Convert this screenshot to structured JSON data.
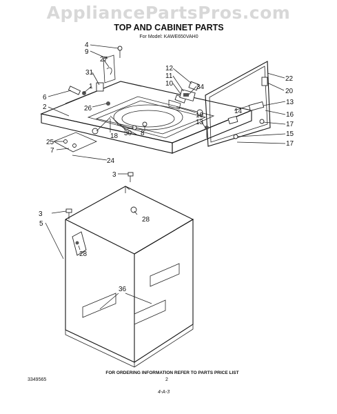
{
  "watermark": "AppliancePartsPros.com",
  "title": "TOP AND CABINET PARTS",
  "model": "For Model: KAWE650VAH0",
  "footer": {
    "ordering_note": "FOR ORDERING INFORMATION REFER TO PARTS PRICE LIST",
    "doc_number": "3349565",
    "page_number": "2",
    "revision": "4-A-3"
  },
  "callouts": [
    {
      "id": "4",
      "label": "4"
    },
    {
      "id": "9",
      "label": "9"
    },
    {
      "id": "27",
      "label": "27"
    },
    {
      "id": "31",
      "label": "31"
    },
    {
      "id": "1",
      "label": "1"
    },
    {
      "id": "6",
      "label": "6"
    },
    {
      "id": "2",
      "label": "2"
    },
    {
      "id": "26",
      "label": "26"
    },
    {
      "id": "30",
      "label": "30"
    },
    {
      "id": "8",
      "label": "8"
    },
    {
      "id": "18",
      "label": "18"
    },
    {
      "id": "25",
      "label": "25"
    },
    {
      "id": "7",
      "label": "7"
    },
    {
      "id": "24",
      "label": "24"
    },
    {
      "id": "12",
      "label": "12"
    },
    {
      "id": "11",
      "label": "11"
    },
    {
      "id": "10",
      "label": "10"
    },
    {
      "id": "34",
      "label": "34"
    },
    {
      "id": "19",
      "label": "19"
    },
    {
      "id": "13a",
      "label": "13"
    },
    {
      "id": "14",
      "label": "14"
    },
    {
      "id": "22",
      "label": "22"
    },
    {
      "id": "20",
      "label": "20"
    },
    {
      "id": "13b",
      "label": "13"
    },
    {
      "id": "16",
      "label": "16"
    },
    {
      "id": "17a",
      "label": "17"
    },
    {
      "id": "15",
      "label": "15"
    },
    {
      "id": "17b",
      "label": "17"
    },
    {
      "id": "3a",
      "label": "3"
    },
    {
      "id": "28a",
      "label": "28"
    },
    {
      "id": "3b",
      "label": "3"
    },
    {
      "id": "5",
      "label": "5"
    },
    {
      "id": "28b",
      "label": "28"
    },
    {
      "id": "36",
      "label": "36"
    }
  ]
}
